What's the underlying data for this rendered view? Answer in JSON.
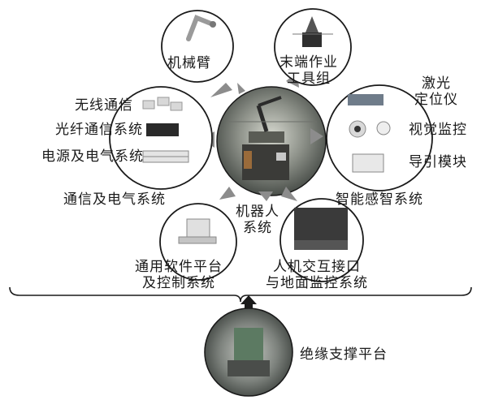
{
  "center": {
    "label": "机器人\n系统"
  },
  "modules": {
    "arm": {
      "label": "机械臂"
    },
    "end_tools": {
      "label": "末端作业\n工具组"
    },
    "comm_power": {
      "title": "通信及电气系统",
      "items": [
        "无线通信",
        "光纤通信系统",
        "电源及电气系统"
      ]
    },
    "sensing": {
      "title": "智能感智系统",
      "items": [
        "激光\n定位仪",
        "视觉监控",
        "导引模块"
      ]
    },
    "software": {
      "label": "通用软件平台\n及控制系统"
    },
    "hmi": {
      "label": "人机交互接口\n与地面监控系统"
    }
  },
  "platform": {
    "label": "绝缘支撑平台"
  },
  "colors": {
    "arrow": "#8c8c8c",
    "line": "#1a1a1a",
    "photo_dark": "#3a3f3c",
    "photo_light": "#cfd3cf"
  }
}
